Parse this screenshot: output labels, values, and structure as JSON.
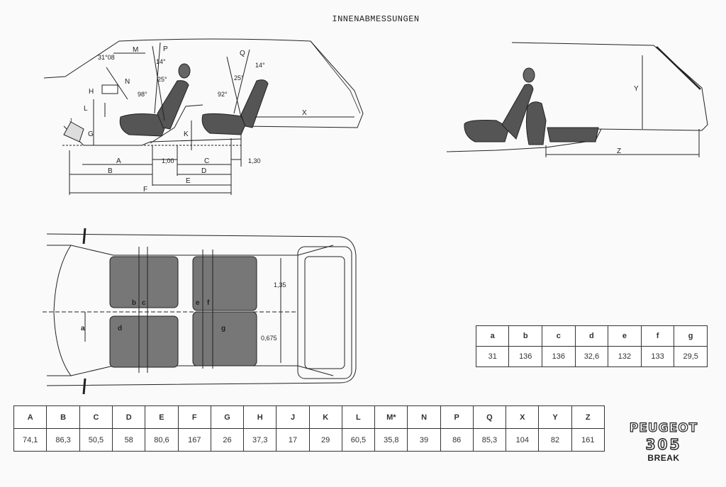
{
  "title": "INNENABMESSUNGEN",
  "side_view_labels": {
    "M": "M",
    "P": "P",
    "Q": "Q",
    "N": "N",
    "H": "H",
    "L": "L",
    "J": "J",
    "G": "G",
    "K": "K",
    "X": "X",
    "A": "A",
    "B": "B",
    "C": "C",
    "D": "D",
    "E": "E",
    "F": "F",
    "d100": "1,00",
    "d130": "1,30",
    "ang31": "31°08",
    "ang14a": "14°",
    "ang25a": "25°",
    "ang98": "98°",
    "ang14b": "14°",
    "ang25b": "25°",
    "ang92": "92°"
  },
  "load_view_labels": {
    "Y": "Y",
    "Z": "Z"
  },
  "top_view_labels": {
    "a": "a",
    "b": "b",
    "c": "c",
    "d": "d",
    "e": "e",
    "f": "f",
    "g": "g",
    "d135": "1,35",
    "d0675": "0,675"
  },
  "small_table": {
    "headers": [
      "a",
      "b",
      "c",
      "d",
      "e",
      "f",
      "g"
    ],
    "values": [
      "31",
      "136",
      "136",
      "32,6",
      "132",
      "133",
      "29,5"
    ]
  },
  "big_table": {
    "headers": [
      "A",
      "B",
      "C",
      "D",
      "E",
      "F",
      "G",
      "H",
      "J",
      "K",
      "L",
      "M*",
      "N",
      "P",
      "Q",
      "X",
      "Y",
      "Z"
    ],
    "values": [
      "74,1",
      "86,3",
      "50,5",
      "58",
      "80,6",
      "167",
      "26",
      "37,3",
      "17",
      "29",
      "60,5",
      "35,8",
      "39",
      "86",
      "85,3",
      "104",
      "82",
      "161"
    ]
  },
  "logo": {
    "brand": "PEUGEOT",
    "model": "305",
    "variant": "BREAK"
  }
}
